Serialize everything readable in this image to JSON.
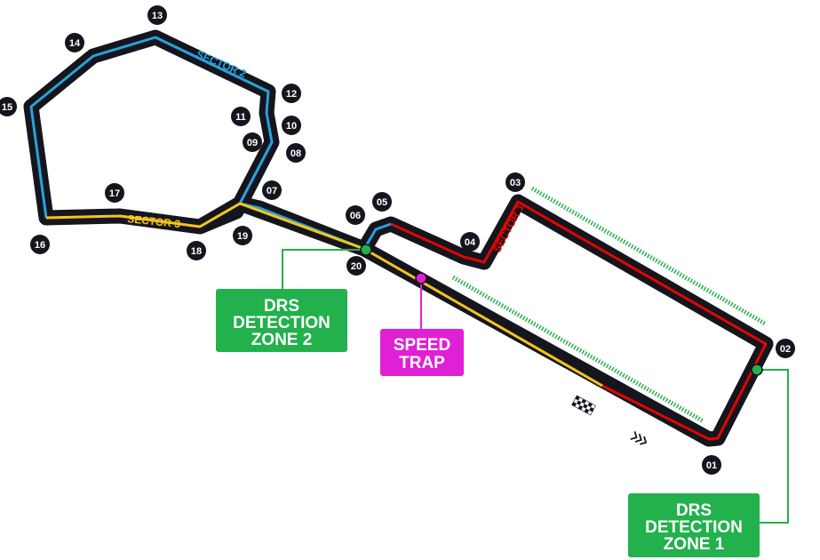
{
  "colors": {
    "track": "#15151e",
    "sector1": "#e10600",
    "sector2": "#2aa2d8",
    "sector3": "#f5c518",
    "drs": "#22b14c",
    "speed_trap": "#e020d4",
    "turn_badge": "#15151e"
  },
  "sectors": [
    {
      "id": "sector1",
      "label": "SECTOR 1"
    },
    {
      "id": "sector2",
      "label": "SECTOR 2"
    },
    {
      "id": "sector3",
      "label": "SECTOR 3"
    }
  ],
  "turns": [
    "01",
    "02",
    "03",
    "04",
    "05",
    "06",
    "07",
    "08",
    "09",
    "10",
    "11",
    "12",
    "13",
    "14",
    "15",
    "16",
    "17",
    "18",
    "19",
    "20"
  ],
  "drs_zones": [
    {
      "line1": "DRS",
      "line2": "DETECTION",
      "line3": "ZONE 1"
    },
    {
      "line1": "DRS",
      "line2": "DETECTION",
      "line3": "ZONE 2"
    }
  ],
  "speed_trap": {
    "line1": "SPEED",
    "line2": "TRAP"
  },
  "icons": {
    "finish": "checkered-flag-icon",
    "direction": "race-direction-chevrons-icon"
  }
}
